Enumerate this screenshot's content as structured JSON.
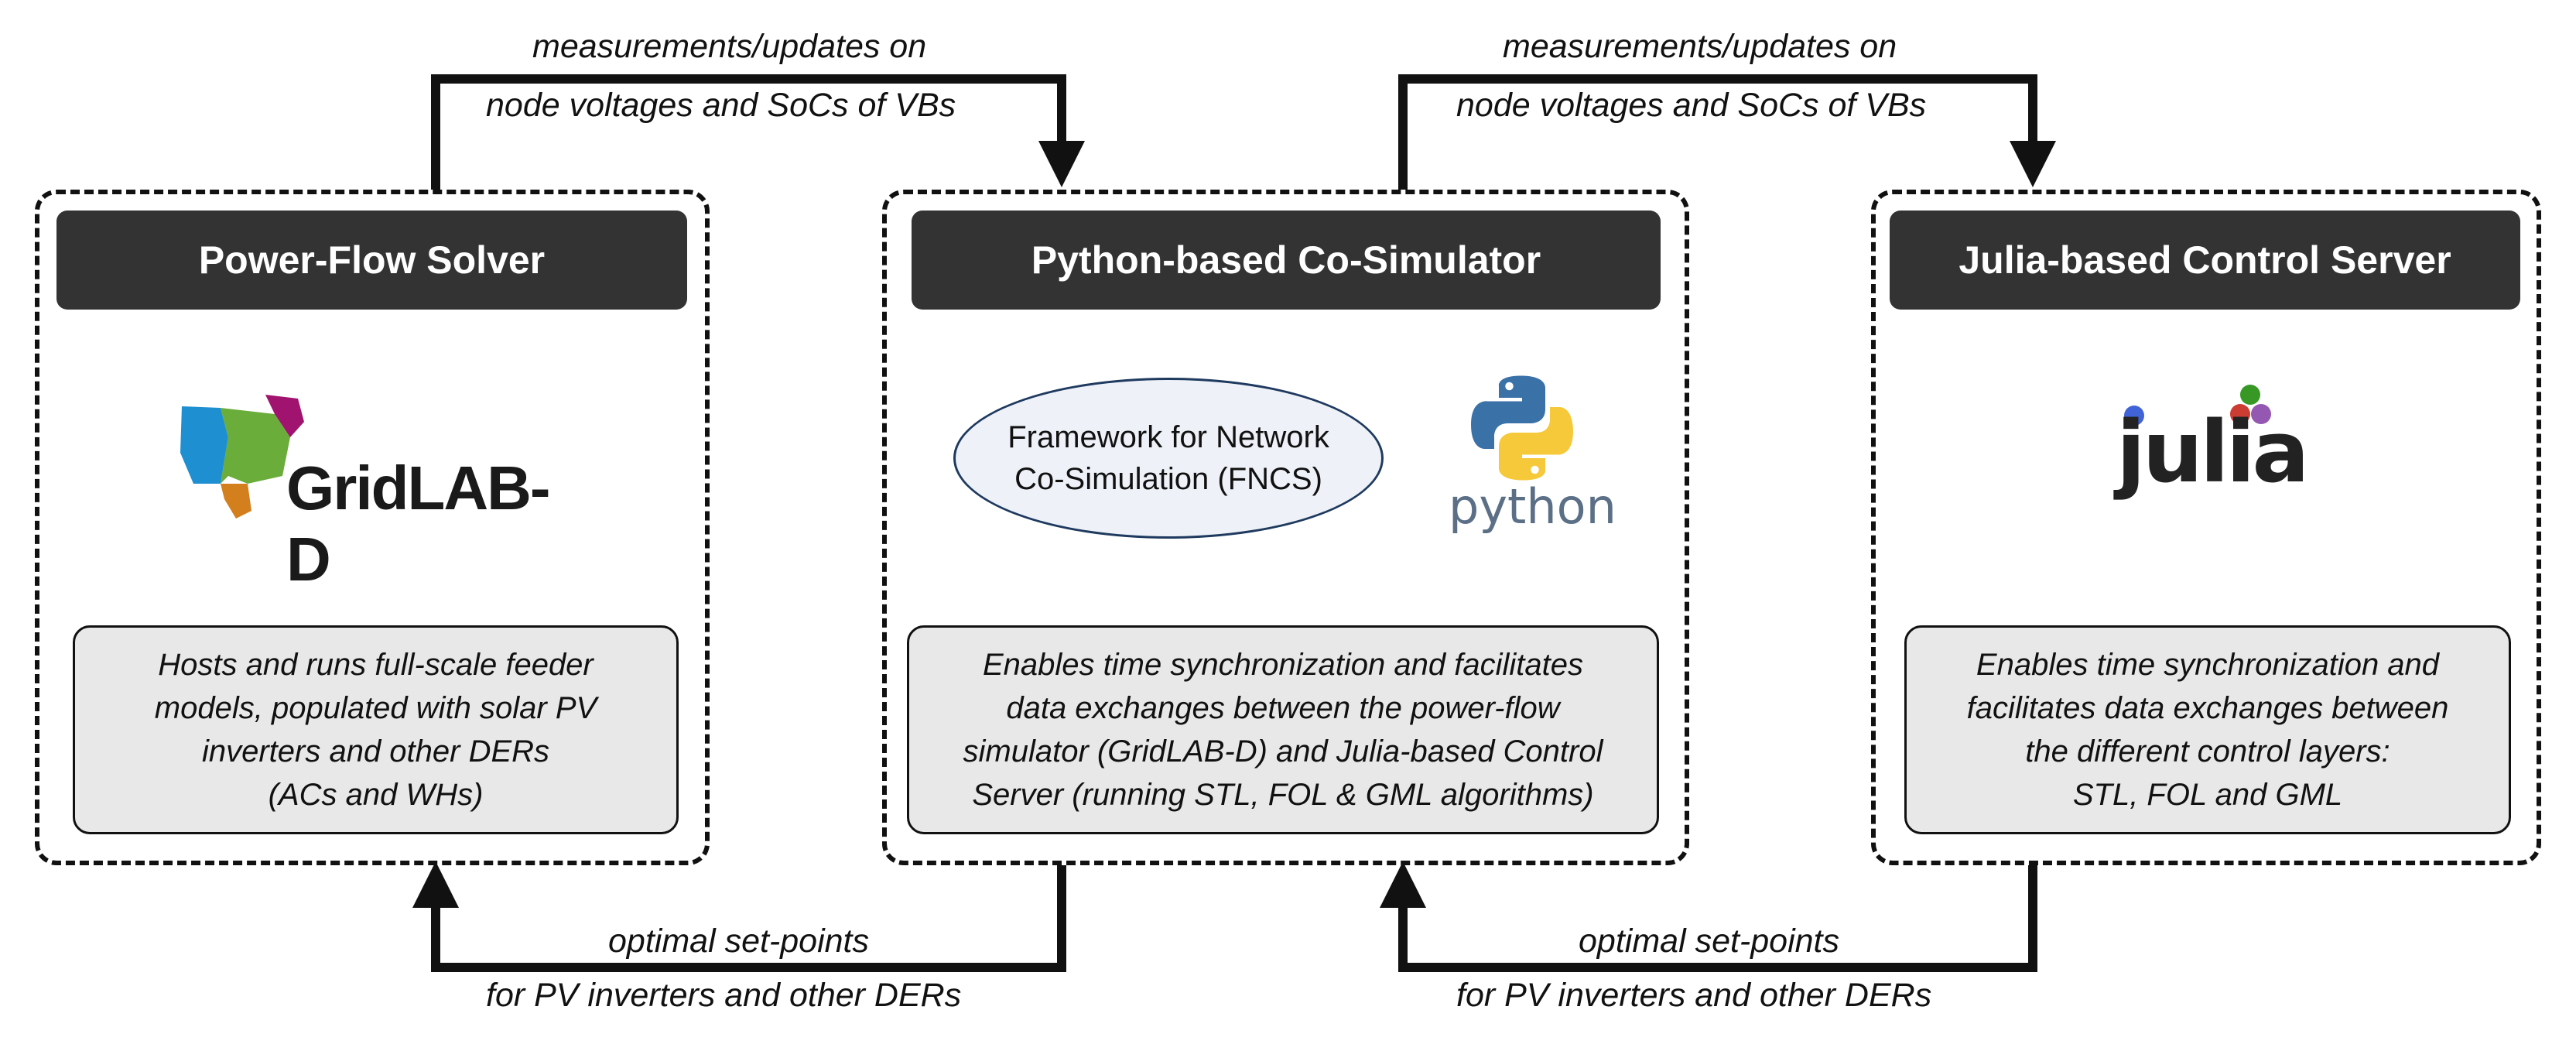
{
  "panels": {
    "powerflow": {
      "title": "Power-Flow Solver",
      "logo_text": "GridLAB-D",
      "description": "Hosts and runs full-scale feeder\nmodels, populated with solar PV\ninverters and other DERs\n(ACs and WHs)"
    },
    "cosim": {
      "title": "Python-based Co-Simulator",
      "fncs_text": "Framework for Network\nCo-Simulation (FNCS)",
      "python_text": "python",
      "description": "Enables time synchronization and facilitates\ndata exchanges between the power-flow\nsimulator (GridLAB-D) and Julia-based Control\nServer (running STL, FOL & GML algorithms)"
    },
    "control": {
      "title": "Julia-based Control Server",
      "logo_text": "julia",
      "description": "Enables time synchronization and\nfacilitates data exchanges between\nthe different control layers:\nSTL, FOL and GML"
    }
  },
  "arrows": {
    "top_left": {
      "line1": "measurements/updates on",
      "line2": "node voltages and SoCs of VBs"
    },
    "top_right": {
      "line1": "measurements/updates on",
      "line2": "node voltages and SoCs of VBs"
    },
    "bottom_left": {
      "line1": "optimal set-points",
      "line2": "for PV inverters and other DERs"
    },
    "bottom_right": {
      "line1": "optimal set-points",
      "line2": "for PV inverters and other DERs"
    }
  },
  "colors": {
    "header_bg": "#333333",
    "desc_bg": "#e8e8e8",
    "python_blue": "#3a72a8",
    "python_yellow": "#f5c93a",
    "julia_red": "#cb3c33",
    "julia_green": "#389826",
    "julia_purple": "#9558b2",
    "julia_blue": "#4063d8",
    "gridlab_blue": "#1e8fd0",
    "gridlab_green": "#6aad3a",
    "gridlab_orange": "#d47f1e",
    "gridlab_magenta": "#a0136e"
  }
}
